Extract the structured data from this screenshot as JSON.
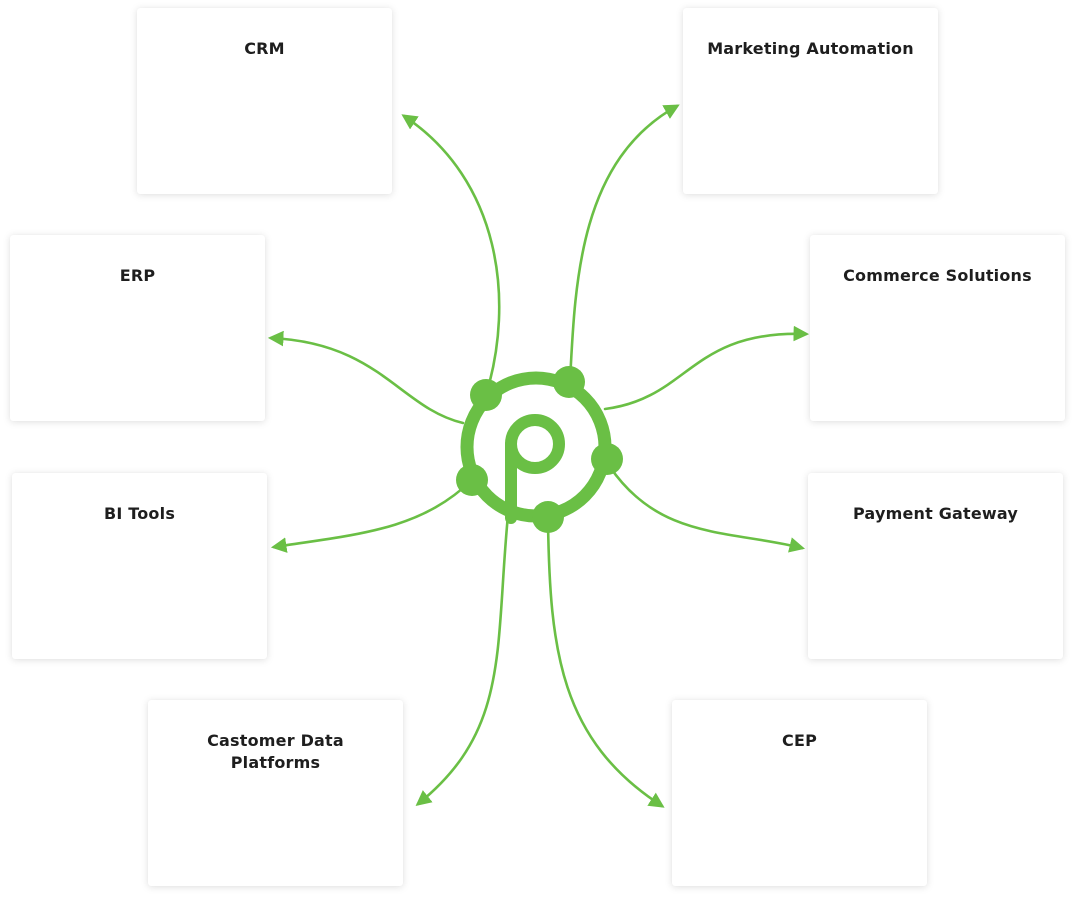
{
  "colors": {
    "accent": "#6abf45",
    "card_text": "#1e1e1e",
    "background": "#ffffff"
  },
  "center": {
    "icon": "platform-logo-icon"
  },
  "cards": {
    "crm": "CRM",
    "marketing": "Marketing Automation",
    "erp": "ERP",
    "commerce": "Commerce Solutions",
    "bi": "BI Tools",
    "payment": "Payment Gateway",
    "cdp": "Castomer Data Platforms",
    "cep": "CEP"
  }
}
